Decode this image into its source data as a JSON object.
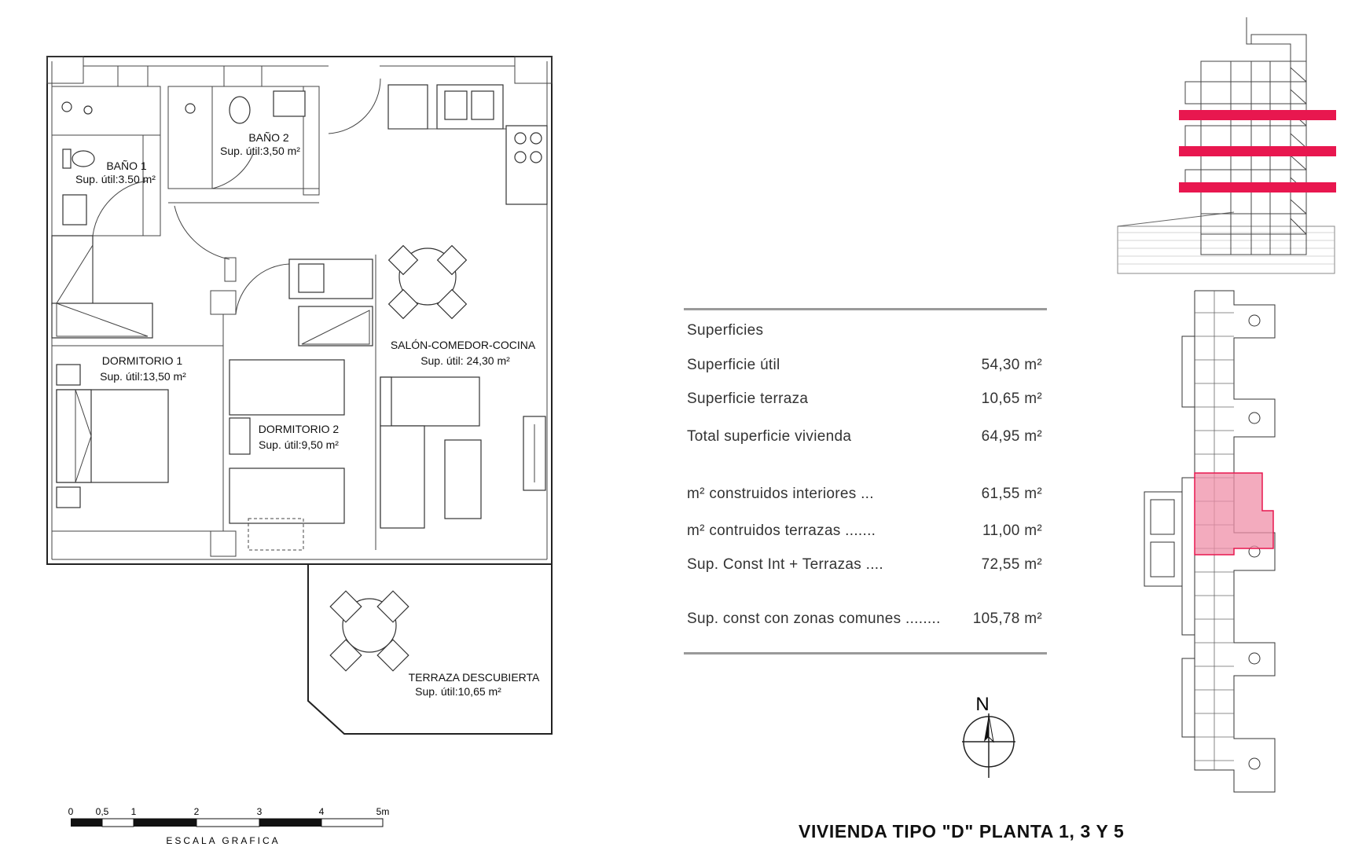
{
  "rooms": {
    "bano1": {
      "name": "BAÑO 1",
      "area": "Sup. útil:3.50 m²"
    },
    "bano2": {
      "name": "BAÑO 2",
      "area": "Sup. útil:3,50 m²"
    },
    "dormitorio1": {
      "name": "DORMITORIO 1",
      "area": "Sup. útil:13,50 m²"
    },
    "dormitorio2": {
      "name": "DORMITORIO 2",
      "area": "Sup. útil:9,50 m²"
    },
    "salon": {
      "name": "SALÓN-COMEDOR-COCINA",
      "area": "Sup. útil: 24,30 m²"
    },
    "terraza": {
      "name": "TERRAZA DESCUBIERTA",
      "area": "Sup. útil:10,65 m²"
    }
  },
  "scale": {
    "ticks": [
      "0",
      "0,5",
      "1",
      "2",
      "3",
      "4",
      "5m"
    ],
    "label": "ESCALA GRAFICA"
  },
  "surfaces": {
    "heading": "Superficies",
    "rows": [
      {
        "label": "Superficie útil",
        "value": "54,30 m²"
      },
      {
        "label": "Superficie terraza",
        "value": "10,65 m²"
      },
      {
        "label": "Total superficie vivienda",
        "value": "64,95 m²"
      },
      {
        "label": "m² construidos interiores ...",
        "value": "61,55 m²"
      },
      {
        "label": "m² contruidos terrazas .......",
        "value": "11,00 m²"
      },
      {
        "label": "Sup. Const Int + Terrazas ....",
        "value": "72,55 m²"
      },
      {
        "label": "Sup. const con zonas comunes ........",
        "value": "105,78 m²"
      }
    ]
  },
  "compass": {
    "letter": "N"
  },
  "title": "VIVIENDA TIPO \"D\" PLANTA 1, 3 Y 5",
  "colors": {
    "highlight": "#e8174f",
    "highlight_fill": "#ef8fa8",
    "rule": "#9a9a9a"
  }
}
